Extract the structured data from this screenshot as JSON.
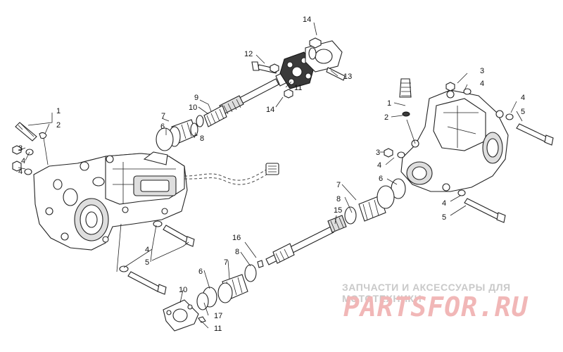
{
  "watermark": {
    "caption": "ЗАПЧАСТИ И АКСЕССУАРЫ ДЛЯ МОТОТЕХНИКИ",
    "logo": "PARTSFOR.RU",
    "logo_color": "#f1b7b7"
  },
  "callouts": {
    "l1": "1",
    "l2": "2",
    "l3": "3",
    "l4a": "4",
    "l4b": "4",
    "l4c": "4",
    "l5": "5",
    "l6": "6",
    "l7": "7",
    "l8": "8",
    "l9": "9",
    "l10": "10",
    "l11": "11",
    "l12": "12",
    "l13": "13",
    "l14a": "14",
    "l14b": "14",
    "l15": "15",
    "l16": "16",
    "l6b": "6",
    "l7b": "7",
    "l8b": "8",
    "l10b": "10",
    "l17": "17",
    "l11b": "11",
    "r1": "1",
    "r2": "2",
    "r3a": "3",
    "r3b": "3",
    "r4a": "4",
    "r4b": "4",
    "r4c": "4",
    "r4d": "4",
    "r5a": "5",
    "r5b": "5",
    "m6": "6",
    "m7": "7",
    "m8": "8"
  }
}
